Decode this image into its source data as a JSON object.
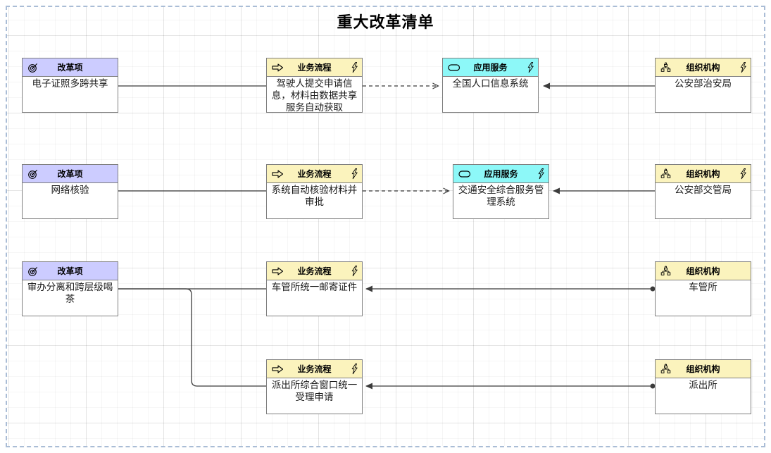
{
  "title": "重大改革清单",
  "nodes": {
    "reform1": {
      "type": "改革项",
      "label": "电子证照多跨共享"
    },
    "reform2": {
      "type": "改革项",
      "label": "网络核验"
    },
    "reform3": {
      "type": "改革项",
      "label": "审办分离和跨层级喝茶"
    },
    "process1": {
      "type": "业务流程",
      "label": "驾驶人提交申请信息，材料由数据共享服务自动获取"
    },
    "process2": {
      "type": "业务流程",
      "label": "系统自动核验材料并审批"
    },
    "process3": {
      "type": "业务流程",
      "label": "车管所统一邮寄证件"
    },
    "process4": {
      "type": "业务流程",
      "label": "派出所综合窗口统一受理申请"
    },
    "service1": {
      "type": "应用服务",
      "label": "全国人口信息系统"
    },
    "service2": {
      "type": "应用服务",
      "label": "交通安全综合服务管理系统"
    },
    "org1": {
      "type": "组织机构",
      "label": "公安部治安局"
    },
    "org2": {
      "type": "组织机构",
      "label": "公安部交管局"
    },
    "org3": {
      "type": "组织机构",
      "label": "车管所"
    },
    "org4": {
      "type": "组织机构",
      "label": "派出所"
    }
  },
  "icons": {
    "reform": "goal-target-icon",
    "process": "right-block-arrow-icon",
    "service": "stadium-icon",
    "org": "org-chart-icon",
    "modifier": "lightning-bolt-icon"
  },
  "colors": {
    "reform_header": "#ccccff",
    "process_header": "#fbf3bd",
    "service_header": "#8df8f8",
    "org_header": "#fbf3bd",
    "border": "#7f7f7f",
    "edge": "#3b3b3b"
  }
}
